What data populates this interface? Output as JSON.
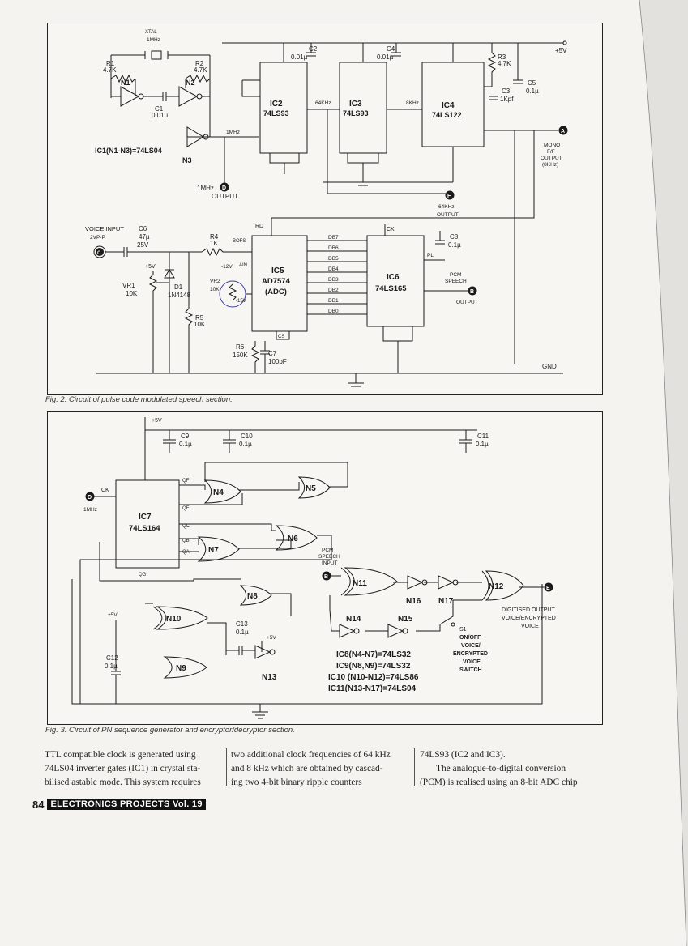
{
  "fig2": {
    "caption": "Fig. 2: Circuit of pulse code modulated speech section.",
    "labels": {
      "xtal": "XTAL",
      "xtal_freq": "1MHz",
      "r1": "R1",
      "r1v": "4.7K",
      "r2": "R2",
      "r2v": "4.7K",
      "n1": "N1",
      "n2": "N2",
      "n3": "N3",
      "c1": "C1",
      "c1v": "0.01µ",
      "ic1": "IC1(N1-N3)=74LS04",
      "c2": "C2",
      "c2v": "0.01µ",
      "c4": "C4",
      "c4v": "0.01µ",
      "ic2": "IC2",
      "ic2p": "74LS93",
      "ic3": "IC3",
      "ic3p": "74LS93",
      "ic4": "IC4",
      "ic4p": "74LS122",
      "r3": "R3",
      "r3v": "4.7K",
      "c3": "C3",
      "c3v": "1Kpf",
      "c5": "C5",
      "c5v": "0.1µ",
      "plus5v": "+5V",
      "f64": "64KHz",
      "f8": "8KHz",
      "f1m": "1MHz",
      "out_a": "A",
      "mono": "MONO",
      "ff": "F/F",
      "mono_out": "OUTPUT",
      "mono_freq": "(8KHz)",
      "out_d": "D",
      "out_1m": "1MHz",
      "out_1m_l": "OUTPUT",
      "out_f": "F",
      "f64o": "64KHz",
      "f64o_l": "OUTPUT",
      "voice_in": "VOICE INPUT",
      "vpp": "2VP-P",
      "in_c": "C",
      "c6": "C6",
      "c6v": "47µ",
      "c6w": "25V",
      "r4": "R4",
      "r4v": "1K",
      "vr1": "VR1",
      "vr1v": "10K",
      "d1": "D1",
      "d1v": "1N4148",
      "r5": "R5",
      "r5v": "10K",
      "vr2": "VR2",
      "vr2v": "10K",
      "r6": "R6",
      "r6v": "150K",
      "c7": "C7",
      "c7v": "100pF",
      "ic5": "IC5",
      "ic5p": "AD7574",
      "ic5s": "(ADC)",
      "ic6": "IC6",
      "ic6p": "74LS165",
      "rd": "RD",
      "ck": "CK",
      "pl": "PL",
      "bofs": "BOFS",
      "ain": "AIN",
      "cs": "CS",
      "db": [
        "DB7",
        "DB6",
        "DB5",
        "DB4",
        "DB3",
        "DB2",
        "DB1",
        "DB0"
      ],
      "c8": "C8",
      "c8v": "0.1µ",
      "pcm": "PCM",
      "speech": "SPEECH",
      "out_b": "B",
      "pcm_out": "OUTPUT",
      "gnd": "GND",
      "m12v": "-12V",
      "p5v2": "+5V",
      "m15v": "-15V"
    }
  },
  "fig3": {
    "caption": "Fig. 3: Circuit of PN sequence generator and encryptor/decryptor section.",
    "labels": {
      "plus5v": "+5V",
      "c9": "C9",
      "c9v": "0.1µ",
      "c10": "C10",
      "c10v": "0.1µ",
      "c11": "C11",
      "c11v": "0.1µ",
      "in_d": "D",
      "ck": "CK",
      "f1m": "1MHz",
      "ic7": "IC7",
      "ic7p": "74LS164",
      "qf": "QF",
      "qe": "QE",
      "qc": "QC",
      "qb": "QB",
      "qa": "QA",
      "qg": "QG",
      "n4": "N4",
      "n5": "N5",
      "n6": "N6",
      "n7": "N7",
      "n8": "N8",
      "n9": "N9",
      "n10": "N10",
      "n11": "N11",
      "n12": "N12",
      "n13": "N13",
      "n14": "N14",
      "n15": "N15",
      "n16": "N16",
      "n17": "N17",
      "pcm": "PCM",
      "speech": "SPEECH",
      "input": "INPUT",
      "in_b": "B",
      "c12": "C12",
      "c12v": "0.1µ",
      "c13": "C13",
      "c13v": "0.1µ",
      "p5v2": "+5V",
      "p5v3": "+5V",
      "out_e": "E",
      "dig1": "DIGITISED OUTPUT",
      "dig2": "VOICE/ENCRYPTED",
      "dig3": "VOICE",
      "s1": "S1",
      "sw1": "ON/OFF",
      "sw2": "VOICE/",
      "sw3": "ENCRYPTED",
      "sw4": "VOICE",
      "sw5": "SWITCH",
      "ic8": "IC8(N4-N7)=74LS32",
      "ic9": "IC9(N8,N9)=74LS32",
      "ic10": "IC10 (N10-N12)=74LS86",
      "ic11": "IC11(N13-N17)=74LS04"
    }
  },
  "text": {
    "col1": [
      "TTL compatible clock is generated using",
      "74LS04 inverter gates (IC1) in crystal sta-",
      "bilised astable mode. This system requires"
    ],
    "col2": [
      "two additional clock frequencies of 64 kHz",
      "and 8 kHz which are obtained by cascad-",
      "ing two 4-bit binary ripple counters"
    ],
    "col3": [
      "74LS93 (IC2 and IC3).",
      "The analogue-to-digital conversion",
      "(PCM) is realised using an 8-bit ADC chip"
    ]
  },
  "footer": {
    "page": "84",
    "title": "ELECTRONICS PROJECTS Vol. 19"
  }
}
